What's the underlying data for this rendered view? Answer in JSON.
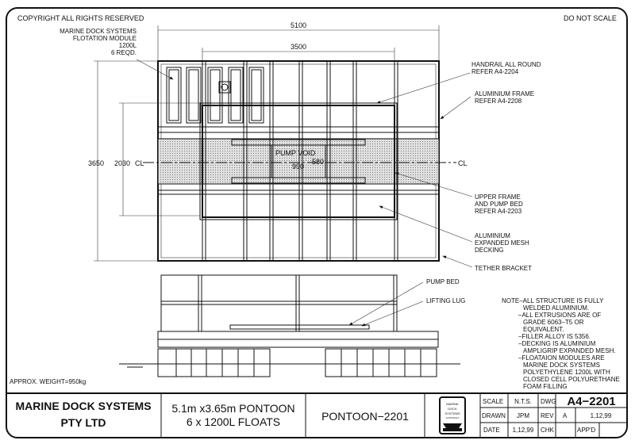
{
  "header": {
    "copyright": "COPYRIGHT ALL RIGHTS RESERVED",
    "scale_note": "DO NOT SCALE"
  },
  "plan": {
    "dims": {
      "overall_length": "5100",
      "frame_length": "3500",
      "overall_width": "3650",
      "frame_width": "2030",
      "void_length": "990",
      "void_width": "580"
    },
    "centerline": "CL",
    "pump_void": "PUMP VOID",
    "callouts": {
      "module": [
        "MARINE DOCK SYSTEMS",
        "FLOTATION MODULE",
        "1200L",
        "6 REQD."
      ],
      "handrail": [
        "HANDRAIL ALL ROUND",
        "REFER A4-2204"
      ],
      "frame": [
        "ALUMINIUM FRAME",
        "REFER A4-2208"
      ],
      "upper_frame": [
        "UPPER FRAME",
        "AND PUMP BED",
        "REFER A4-2203"
      ],
      "decking": [
        "ALUMINIUM",
        "EXPANDED MESH",
        "DECKING"
      ],
      "tether": [
        "TETHER BRACKET"
      ]
    }
  },
  "elevation": {
    "pump_bed": "PUMP BED",
    "lifting_lug": "LIFTING LUG",
    "weight": "APPROX. WEIGHT=950kg"
  },
  "notes": [
    "NOTE–ALL STRUCTURE IS FULLY",
    "WELDED ALUMINIUM.",
    "–ALL EXTRUSIONS ARE OF",
    "GRADE 6063–T5 OR",
    "EQUIVALENT.",
    "–FILLER ALLOY IS 5356.",
    "–DECKING IS ALUMINIUM",
    "AMPLIGRIP EXPANDED MESH.",
    "–FLOATAION MODULES ARE",
    "MARINE DOCK SYSTEMS",
    "POLYETHYLENE 1200L WITH",
    "CLOSED CELL POLYURETHANE",
    "FOAM FILLING"
  ],
  "title_block": {
    "company": [
      "MARINE DOCK SYSTEMS",
      "PTY LTD"
    ],
    "description": [
      "5.1m x3.65m PONTOON",
      "6 x 1200L FLOATS"
    ],
    "drawing_title": "PONTOON−2201",
    "logo_text": [
      "MARINE",
      "DOCK",
      "SYSTEMS",
      "AUSTRALIA"
    ],
    "scale_label": "SCALE",
    "scale": "N.T.S.",
    "drawn_label": "DRAWN",
    "drawn": "JPM",
    "date_label": "DATE",
    "date": "1,12,99",
    "dwg_label": "DWG",
    "dwg": "A4−2201",
    "rev_label": "REV",
    "rev": "A",
    "rev_date": "1,12,99",
    "chk_label": "CHK",
    "appd_label": "APP'D"
  }
}
